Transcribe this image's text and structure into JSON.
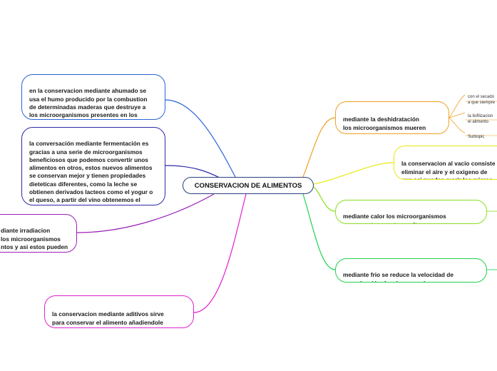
{
  "central": {
    "label": "CONSERVACION DE ALIMENTOS"
  },
  "branches": {
    "ahumado": "en la conservacion mediante ahumado se\nusa el humo producido por la combustion\nde determinadas maderas que destruye a\nlos microorganismos presentes en los\nalimentos",
    "fermentacion": "la conversación mediante fermentación es\ngracias a una serie de microorganismos\nbeneficiosos que podemos convertir unos\nalimentos en otros, estos nuevos alimentos\nse conservan mejor y tienen propiedades\ndieteticas diferentes, como la leche se\nobtienen derivados lacteos como el yogur o\nel queso, a partir del vino obtenemos el\nvinagre",
    "irradiacion": "diante irradiacion\nlos microorganismos\nntos y asi estos pueden\nr largo tiempo",
    "aditivos": "la conservacion mediante aditivos sirve\npara conservar el alimento añadiendole\ndiversas sustancias quimicas",
    "deshidratacion": "mediante la deshidratación\nlos microorganismos mueren\npor la falta de agua",
    "vacio": "la conservacion al vacio consiste\neliminar el aire y el oxigeno de\nque asi puedan morir los microo",
    "calor": "mediante calor los microorganismos\nmueren a temperaturas altas",
    "frio": "mediante frio se reduce la velocidad de\nreproducción de microorganismos"
  },
  "subtopics": {
    "secado": "con el secado\na que siempre",
    "liofilizacion": "la liofilizacion\nel alimento",
    "subtopic": "Subtopic"
  },
  "colors": {
    "ahumado": "#2a64d8",
    "fermentacion": "#2e2aa8",
    "irradiacion": "#9a1fb8",
    "aditivos": "#e020d0",
    "deshidratacion": "#f0a020",
    "vacio": "#e8e810",
    "calor": "#88e020",
    "frio": "#20d050"
  }
}
